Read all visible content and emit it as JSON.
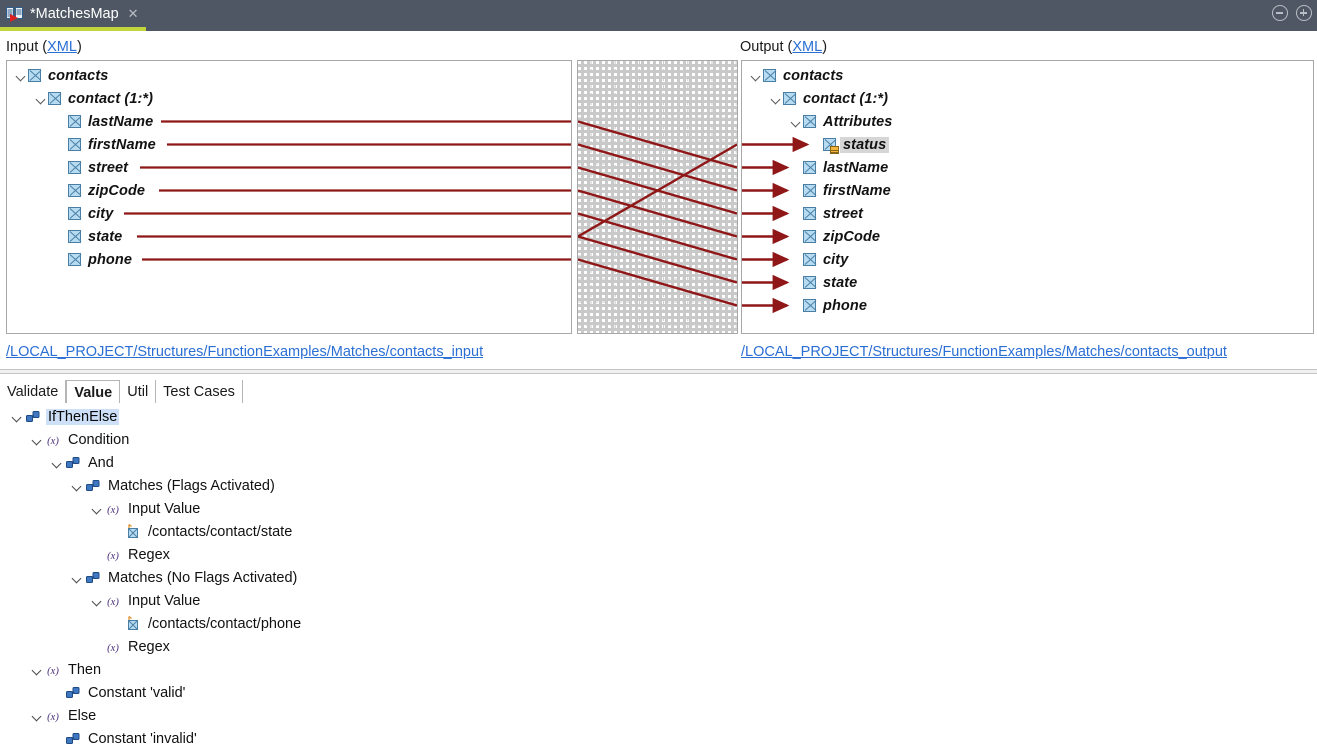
{
  "window": {
    "tab_title": "*MatchesMap",
    "tab_icon": "mapping-icon",
    "close_label": "✕",
    "minimize_name": "minimize-button",
    "maximize_name": "maximize-button",
    "titlebar_color": "#4e5763",
    "tab_underline_color": "#c2d63b"
  },
  "input_panel": {
    "caption_prefix": "Input (",
    "caption_link": "XML",
    "caption_suffix": ")",
    "path": "/LOCAL_PROJECT/Structures/FunctionExamples/Matches/contacts_input",
    "tree": [
      {
        "label": "contacts",
        "depth": 0,
        "twisty": "open",
        "icon": "element-icon"
      },
      {
        "label": "contact (1:*)",
        "depth": 1,
        "twisty": "open",
        "icon": "element-icon"
      },
      {
        "label": "lastName",
        "depth": 2,
        "twisty": "none",
        "icon": "element-icon"
      },
      {
        "label": "firstName",
        "depth": 2,
        "twisty": "none",
        "icon": "element-icon"
      },
      {
        "label": "street",
        "depth": 2,
        "twisty": "none",
        "icon": "element-icon"
      },
      {
        "label": "zipCode",
        "depth": 2,
        "twisty": "none",
        "icon": "element-icon"
      },
      {
        "label": "city",
        "depth": 2,
        "twisty": "none",
        "icon": "element-icon"
      },
      {
        "label": "state",
        "depth": 2,
        "twisty": "none",
        "icon": "element-icon"
      },
      {
        "label": "phone",
        "depth": 2,
        "twisty": "none",
        "icon": "element-icon"
      }
    ]
  },
  "output_panel": {
    "caption_prefix": "Output (",
    "caption_link": "XML",
    "caption_suffix": ")",
    "path": "/LOCAL_PROJECT/Structures/FunctionExamples/Matches/contacts_output",
    "tree": [
      {
        "label": "contacts",
        "depth": 0,
        "twisty": "open",
        "icon": "element-icon",
        "selected": false
      },
      {
        "label": "contact (1:*)",
        "depth": 1,
        "twisty": "open",
        "icon": "element-icon",
        "selected": false
      },
      {
        "label": "Attributes",
        "depth": 2,
        "twisty": "open",
        "icon": "element-icon",
        "selected": false
      },
      {
        "label": "status",
        "depth": 3,
        "twisty": "none",
        "icon": "attribute-icon",
        "selected": true
      },
      {
        "label": "lastName",
        "depth": 2,
        "twisty": "none",
        "icon": "element-icon",
        "selected": false
      },
      {
        "label": "firstName",
        "depth": 2,
        "twisty": "none",
        "icon": "element-icon",
        "selected": false
      },
      {
        "label": "street",
        "depth": 2,
        "twisty": "none",
        "icon": "element-icon",
        "selected": false
      },
      {
        "label": "zipCode",
        "depth": 2,
        "twisty": "none",
        "icon": "element-icon",
        "selected": false
      },
      {
        "label": "city",
        "depth": 2,
        "twisty": "none",
        "icon": "element-icon",
        "selected": false
      },
      {
        "label": "state",
        "depth": 2,
        "twisty": "none",
        "icon": "element-icon",
        "selected": false
      },
      {
        "label": "phone",
        "depth": 2,
        "twisty": "none",
        "icon": "element-icon",
        "selected": false
      }
    ]
  },
  "mapping": {
    "line_color": "#8f1717",
    "grid_color": "#c9c9c9",
    "connections": [
      {
        "from": "lastName",
        "to": "lastName"
      },
      {
        "from": "firstName",
        "to": "firstName"
      },
      {
        "from": "street",
        "to": "street"
      },
      {
        "from": "zipCode",
        "to": "zipCode"
      },
      {
        "from": "city",
        "to": "city"
      },
      {
        "from": "state",
        "to": "status"
      },
      {
        "from": "state",
        "to": "state"
      },
      {
        "from": "phone",
        "to": "phone"
      }
    ]
  },
  "bottom_tabs": {
    "tabs": [
      {
        "label": "Validate",
        "active": false
      },
      {
        "label": "Value",
        "active": true
      },
      {
        "label": "Util",
        "active": false
      },
      {
        "label": "Test Cases",
        "active": false
      }
    ]
  },
  "function_tree": [
    {
      "label": "IfThenElse",
      "depth": 0,
      "twisty": "open",
      "icon": "function-icon",
      "selected": true
    },
    {
      "label": "Condition",
      "depth": 1,
      "twisty": "open",
      "icon": "variable-icon",
      "selected": false
    },
    {
      "label": "And",
      "depth": 2,
      "twisty": "open",
      "icon": "function-icon",
      "selected": false
    },
    {
      "label": "Matches (Flags Activated)",
      "depth": 3,
      "twisty": "open",
      "icon": "function-icon",
      "selected": false
    },
    {
      "label": "Input Value",
      "depth": 4,
      "twisty": "open",
      "icon": "variable-icon",
      "selected": false
    },
    {
      "label": "/contacts/contact/state",
      "depth": 5,
      "twisty": "none",
      "icon": "xpath-icon",
      "selected": false
    },
    {
      "label": "Regex",
      "depth": 4,
      "twisty": "none",
      "icon": "variable-icon",
      "selected": false
    },
    {
      "label": "Matches (No Flags Activated)",
      "depth": 3,
      "twisty": "open",
      "icon": "function-icon",
      "selected": false
    },
    {
      "label": "Input Value",
      "depth": 4,
      "twisty": "open",
      "icon": "variable-icon",
      "selected": false
    },
    {
      "label": "/contacts/contact/phone",
      "depth": 5,
      "twisty": "none",
      "icon": "xpath-icon",
      "selected": false
    },
    {
      "label": "Regex",
      "depth": 4,
      "twisty": "none",
      "icon": "variable-icon",
      "selected": false
    },
    {
      "label": "Then",
      "depth": 1,
      "twisty": "open",
      "icon": "variable-icon",
      "selected": false
    },
    {
      "label": "Constant 'valid'",
      "depth": 2,
      "twisty": "none",
      "icon": "function-icon",
      "selected": false
    },
    {
      "label": "Else",
      "depth": 1,
      "twisty": "open",
      "icon": "variable-icon",
      "selected": false
    },
    {
      "label": "Constant 'invalid'",
      "depth": 2,
      "twisty": "none",
      "icon": "function-icon",
      "selected": false
    }
  ]
}
